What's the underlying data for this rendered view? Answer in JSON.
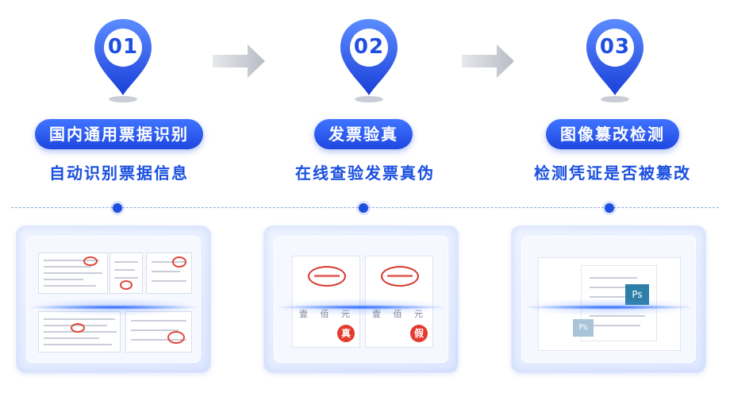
{
  "steps": [
    {
      "number": "01",
      "title": "国内通用票据识别",
      "subtitle": "自动识别票据信息"
    },
    {
      "number": "02",
      "title": "发票验真",
      "subtitle": "在线查验发票真伪"
    },
    {
      "number": "03",
      "title": "图像篡改检测",
      "subtitle": "检测凭证是否被篡改"
    }
  ],
  "card2": {
    "left_text": "壹 佰 元",
    "right_text": "壹 佰 元",
    "real_badge": "真",
    "fake_badge": "假"
  },
  "card3": {
    "ps_large": "Ps",
    "ps_small": "Ps"
  },
  "colors": {
    "brand_blue": "#1e47e0",
    "pin_light": "#5a88ff",
    "stamp_red": "#d8382f",
    "badge_red": "#e53a2e"
  },
  "icons": [
    "location-pin-icon",
    "right-arrow-icon",
    "photoshop-icon"
  ]
}
